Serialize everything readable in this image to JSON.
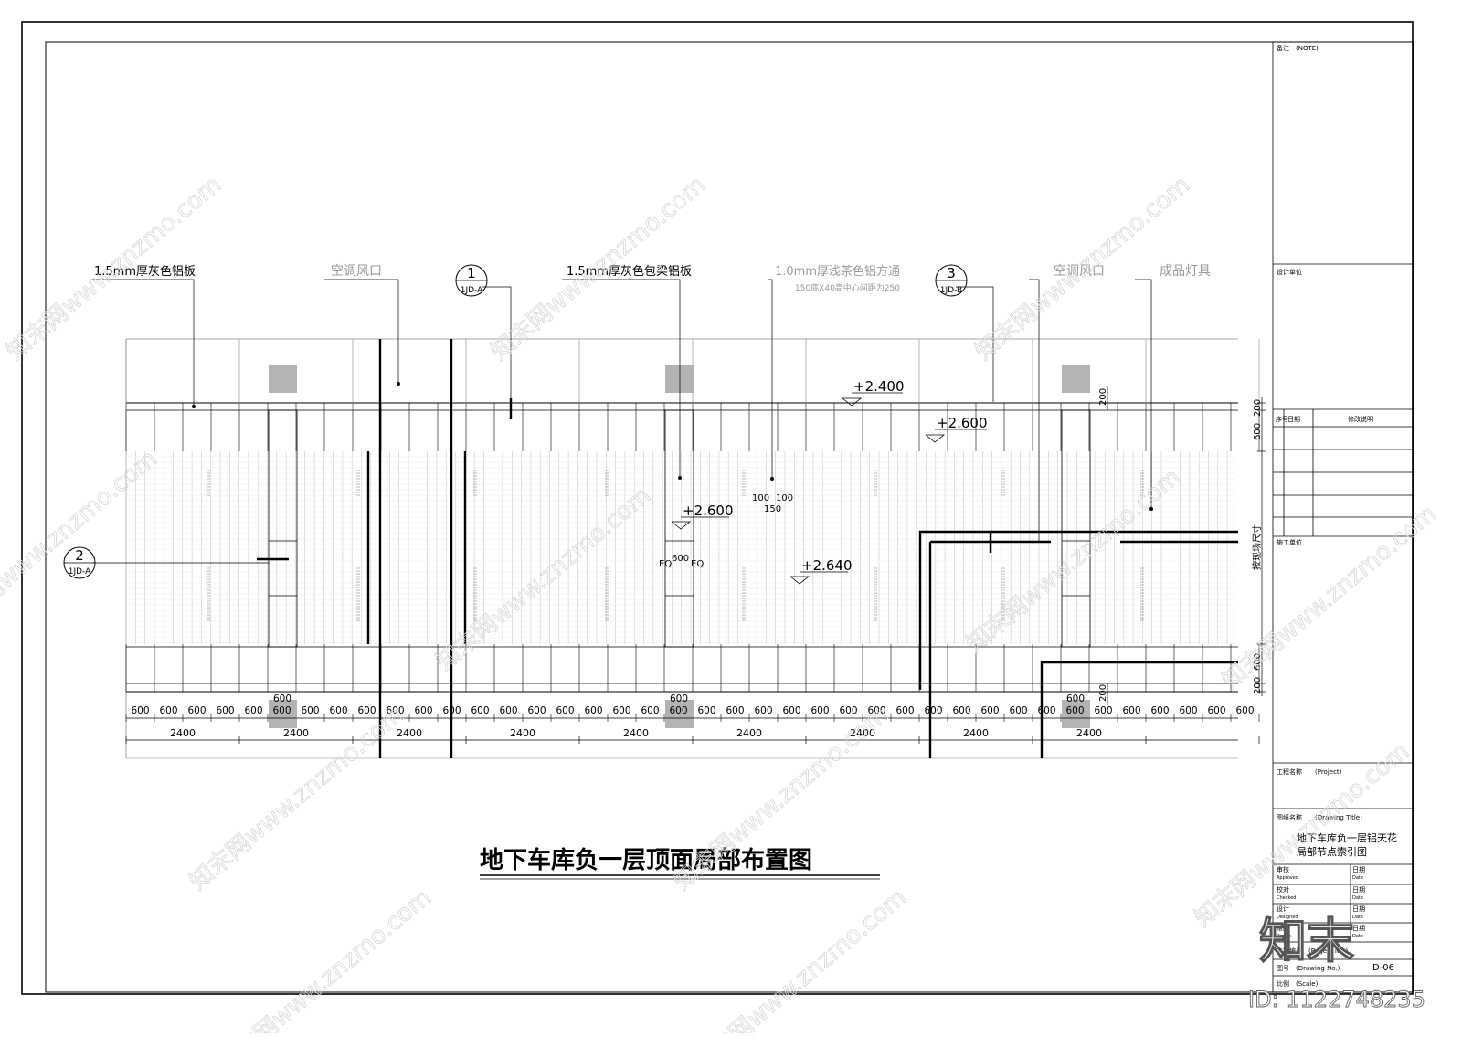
{
  "drawing": {
    "title": "地下车库负一层顶面局部布置图",
    "labels": {
      "gray_panel": "1.5mm厚灰色铝板",
      "ac_vent_1": "空调风口",
      "beam_panel": "1.5mm厚灰色包梁铝板",
      "tea_strip": "1.0mm厚浅茶色铝方通",
      "tea_strip_note": "150底X40高中心间距为250",
      "ac_vent_2": "空调风口",
      "fixture": "成品灯具",
      "site_dim": "按现场尺寸"
    },
    "callouts": [
      {
        "num": "1",
        "ref": "1JD-A"
      },
      {
        "num": "3",
        "ref": "1JD-B"
      },
      {
        "num": "2",
        "ref": "1JD-A"
      }
    ],
    "levels": {
      "l1": "+2.400",
      "l2": "+2.600",
      "l3": "+2.600",
      "l4": "+2.640"
    },
    "inner_dims": {
      "d100a": "100",
      "d100b": "100",
      "d150": "150",
      "eq1": "EQ",
      "d600mid": "600",
      "eq2": "EQ"
    },
    "side_dims": {
      "top_200": "200",
      "r_200_top": "200",
      "r_600_top": "600",
      "r_600_bot": "600",
      "r_200_bot": "200",
      "bot_200": "200"
    },
    "dims_row1": [
      "600",
      "600",
      "600",
      "600",
      "600",
      "600",
      "600",
      "600",
      "600",
      "600",
      "600",
      "600",
      "600",
      "600",
      "600",
      "600",
      "600",
      "600",
      "600",
      "600",
      "600",
      "600",
      "600",
      "600",
      "600",
      "600",
      "600",
      "600",
      "600",
      "600",
      "600",
      "600",
      "600",
      "600",
      "600",
      "600",
      "600",
      "600",
      "600",
      "600"
    ],
    "dims_row1_marks": [
      "600",
      "600",
      "600"
    ],
    "dims_row2": [
      "2400",
      "2400",
      "2400",
      "2400",
      "2400",
      "2400",
      "2400",
      "2400",
      "2400"
    ]
  },
  "title_block": {
    "note": "备注　(NOTE)",
    "design_unit": "设计单位",
    "rev_headers": [
      "序号",
      "日期",
      "修改说明"
    ],
    "construction_unit": "施工单位",
    "project": "工程名称　　(Project)",
    "drawing_title_label": "图纸名称　　(Drawing Title)",
    "drawing_title_1": "地下车库负一层铝天花",
    "drawing_title_2": "局部节点索引图",
    "approved": "审核",
    "approved_en": "Approved",
    "checked": "校对",
    "checked_en": "Checked",
    "designed": "设计",
    "designed_en": "Designed",
    "drawn": "绘图",
    "drawn_en": "Drawn",
    "date": "日期",
    "date_en": "Date",
    "project_no": "工程编号　(Project No.)",
    "drawing_no": "图号　(Drawing No.)",
    "drawing_no_val": "D-06",
    "scale": "比例　(Scale)"
  },
  "watermark": {
    "brand": "知末",
    "id": "ID: 1122748235",
    "site": "知末网www.znzmo.com"
  }
}
